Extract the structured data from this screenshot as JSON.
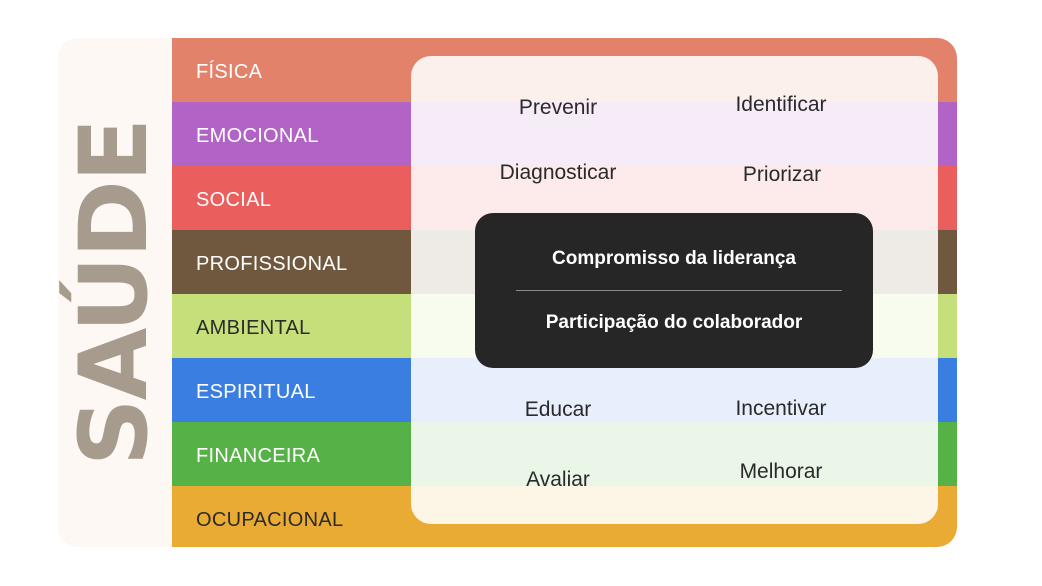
{
  "title": "SAÚDE",
  "title_color": "#a79b8d",
  "dimensions": [
    {
      "label": "FÍSICA",
      "color": "#e2826a",
      "text_color": "#ffffff"
    },
    {
      "label": "EMOCIONAL",
      "color": "#b264c6",
      "text_color": "#ffffff"
    },
    {
      "label": "SOCIAL",
      "color": "#ea5e5d",
      "text_color": "#ffffff"
    },
    {
      "label": "PROFISSIONAL",
      "color": "#70583f",
      "text_color": "#ffffff"
    },
    {
      "label": "AMBIENTAL",
      "color": "#c5e07a",
      "text_color": "#2b2b2b"
    },
    {
      "label": "ESPIRITUAL",
      "color": "#3b7ee2",
      "text_color": "#ffffff"
    },
    {
      "label": "FINANCEIRA",
      "color": "#56b146",
      "text_color": "#ffffff"
    },
    {
      "label": "OCUPACIONAL",
      "color": "#eaab35",
      "text_color": "#2b2b2b"
    }
  ],
  "actions": {
    "prevenir": "Prevenir",
    "identificar": "Identificar",
    "diagnosticar": "Diagnosticar",
    "priorizar": "Priorizar",
    "educar": "Educar",
    "incentivar": "Incentivar",
    "avaliar": "Avaliar",
    "melhorar": "Melhorar"
  },
  "center": {
    "top": "Compromisso da liderança",
    "bottom": "Participação do colaborador"
  }
}
